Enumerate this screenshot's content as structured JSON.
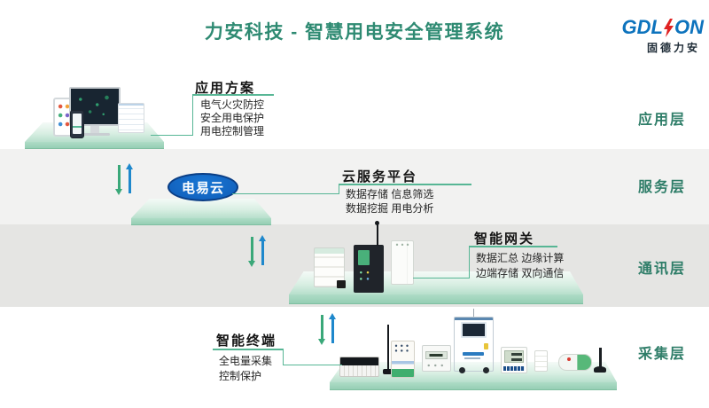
{
  "header": {
    "title": "力安科技 - 智慧用电安全管理系统"
  },
  "logo": {
    "part1": "GDL",
    "part2": "ON",
    "subtitle": "固德力安"
  },
  "colors": {
    "title_teal": "#2E8A72",
    "layer_label_teal": "#2E7D68",
    "band_service_bg": "#F2F2F1",
    "band_comm_bg": "#E5E5E3",
    "platform_green": "#A9D9C3",
    "connector_green": "#57B695",
    "arrow_green": "#3AA879",
    "arrow_blue": "#1E88CC",
    "cloud_blue": "#1164C2",
    "logo_blue": "#0D73BD",
    "logo_red": "#E02222"
  },
  "layers": [
    {
      "band_label": "应用层",
      "block": {
        "title": "应用方案",
        "features": [
          "电气火灾防控",
          "安全用电保护",
          "用电控制管理"
        ]
      }
    },
    {
      "band_label": "服务层",
      "cloud_label": "电易云",
      "block": {
        "title": "云服务平台",
        "features": [
          "数据存储 信息筛选",
          "数据挖掘 用电分析"
        ]
      }
    },
    {
      "band_label": "通讯层",
      "block": {
        "title": "智能网关",
        "features": [
          "数据汇总 边缘计算",
          "边端存储 双向通信"
        ]
      }
    },
    {
      "band_label": "采集层",
      "block": {
        "title": "智能终端",
        "features": [
          "全电量采集",
          "控制保护"
        ]
      }
    }
  ]
}
